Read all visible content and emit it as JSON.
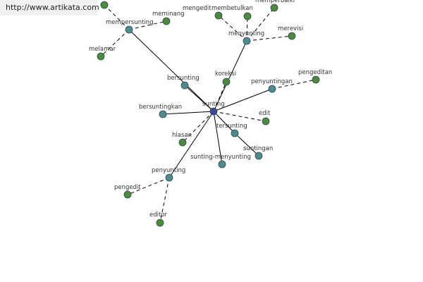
{
  "watermark": "http://www.artikata.com",
  "colors": {
    "center": "#3d4a8f",
    "teal": "#4e8c8c",
    "green": "#4e8a3c"
  },
  "nodes": [
    {
      "id": "sunting",
      "label": "sunting",
      "kind": "center"
    },
    {
      "id": "mempersunting",
      "label": "mempersunting",
      "kind": "teal"
    },
    {
      "id": "menyunting",
      "label": "menyunting",
      "kind": "teal"
    },
    {
      "id": "bersunting",
      "label": "bersunting",
      "kind": "teal"
    },
    {
      "id": "penyuntingan",
      "label": "penyuntingan",
      "kind": "teal"
    },
    {
      "id": "bersuntingkan",
      "label": "bersuntingkan",
      "kind": "teal"
    },
    {
      "id": "tersunting",
      "label": "tersunting",
      "kind": "teal"
    },
    {
      "id": "suntingan",
      "label": "suntingan",
      "kind": "teal"
    },
    {
      "id": "sunting-menyunting",
      "label": "sunting-menyunting",
      "kind": "teal"
    },
    {
      "id": "penyunting",
      "label": "penyunting",
      "kind": "teal"
    },
    {
      "id": "meminang",
      "label": "meminang",
      "kind": "green"
    },
    {
      "id": "melamar",
      "label": "melamar",
      "kind": "green"
    },
    {
      "id": "top-left",
      "label": "",
      "kind": "green"
    },
    {
      "id": "mengedit",
      "label": "mengedit",
      "kind": "green"
    },
    {
      "id": "membetulkan",
      "label": "membetulkan",
      "kind": "green"
    },
    {
      "id": "memperbaiki",
      "label": "memperbaiki",
      "kind": "green"
    },
    {
      "id": "merevisi",
      "label": "merevisi",
      "kind": "green"
    },
    {
      "id": "koreksi",
      "label": "koreksi",
      "kind": "green"
    },
    {
      "id": "pengeditan",
      "label": "pengeditan",
      "kind": "green"
    },
    {
      "id": "edit",
      "label": "edit",
      "kind": "green"
    },
    {
      "id": "hiasan",
      "label": "hiasan",
      "kind": "green"
    },
    {
      "id": "pengedit",
      "label": "pengedit",
      "kind": "green"
    },
    {
      "id": "editor",
      "label": "editor",
      "kind": "green"
    }
  ],
  "edges": [
    {
      "from": "sunting",
      "to": "mempersunting",
      "style": "solid"
    },
    {
      "from": "sunting",
      "to": "menyunting",
      "style": "solid"
    },
    {
      "from": "sunting",
      "to": "bersunting",
      "style": "solid"
    },
    {
      "from": "sunting",
      "to": "penyuntingan",
      "style": "solid"
    },
    {
      "from": "sunting",
      "to": "bersuntingkan",
      "style": "solid"
    },
    {
      "from": "sunting",
      "to": "tersunting",
      "style": "solid"
    },
    {
      "from": "sunting",
      "to": "sunting-menyunting",
      "style": "solid"
    },
    {
      "from": "sunting",
      "to": "penyunting",
      "style": "solid"
    },
    {
      "from": "tersunting",
      "to": "suntingan",
      "style": "solid"
    },
    {
      "from": "mempersunting",
      "to": "meminang",
      "style": "dash"
    },
    {
      "from": "mempersunting",
      "to": "melamar",
      "style": "dash"
    },
    {
      "from": "mempersunting",
      "to": "top-left",
      "style": "dash"
    },
    {
      "from": "menyunting",
      "to": "mengedit",
      "style": "dash"
    },
    {
      "from": "menyunting",
      "to": "membetulkan",
      "style": "dash"
    },
    {
      "from": "menyunting",
      "to": "memperbaiki",
      "style": "dash"
    },
    {
      "from": "menyunting",
      "to": "merevisi",
      "style": "dash"
    },
    {
      "from": "sunting",
      "to": "koreksi",
      "style": "dash"
    },
    {
      "from": "penyuntingan",
      "to": "pengeditan",
      "style": "dash"
    },
    {
      "from": "sunting",
      "to": "edit",
      "style": "dash"
    },
    {
      "from": "sunting",
      "to": "hiasan",
      "style": "dash"
    },
    {
      "from": "penyunting",
      "to": "pengedit",
      "style": "dash"
    },
    {
      "from": "penyunting",
      "to": "editor",
      "style": "dash"
    }
  ]
}
